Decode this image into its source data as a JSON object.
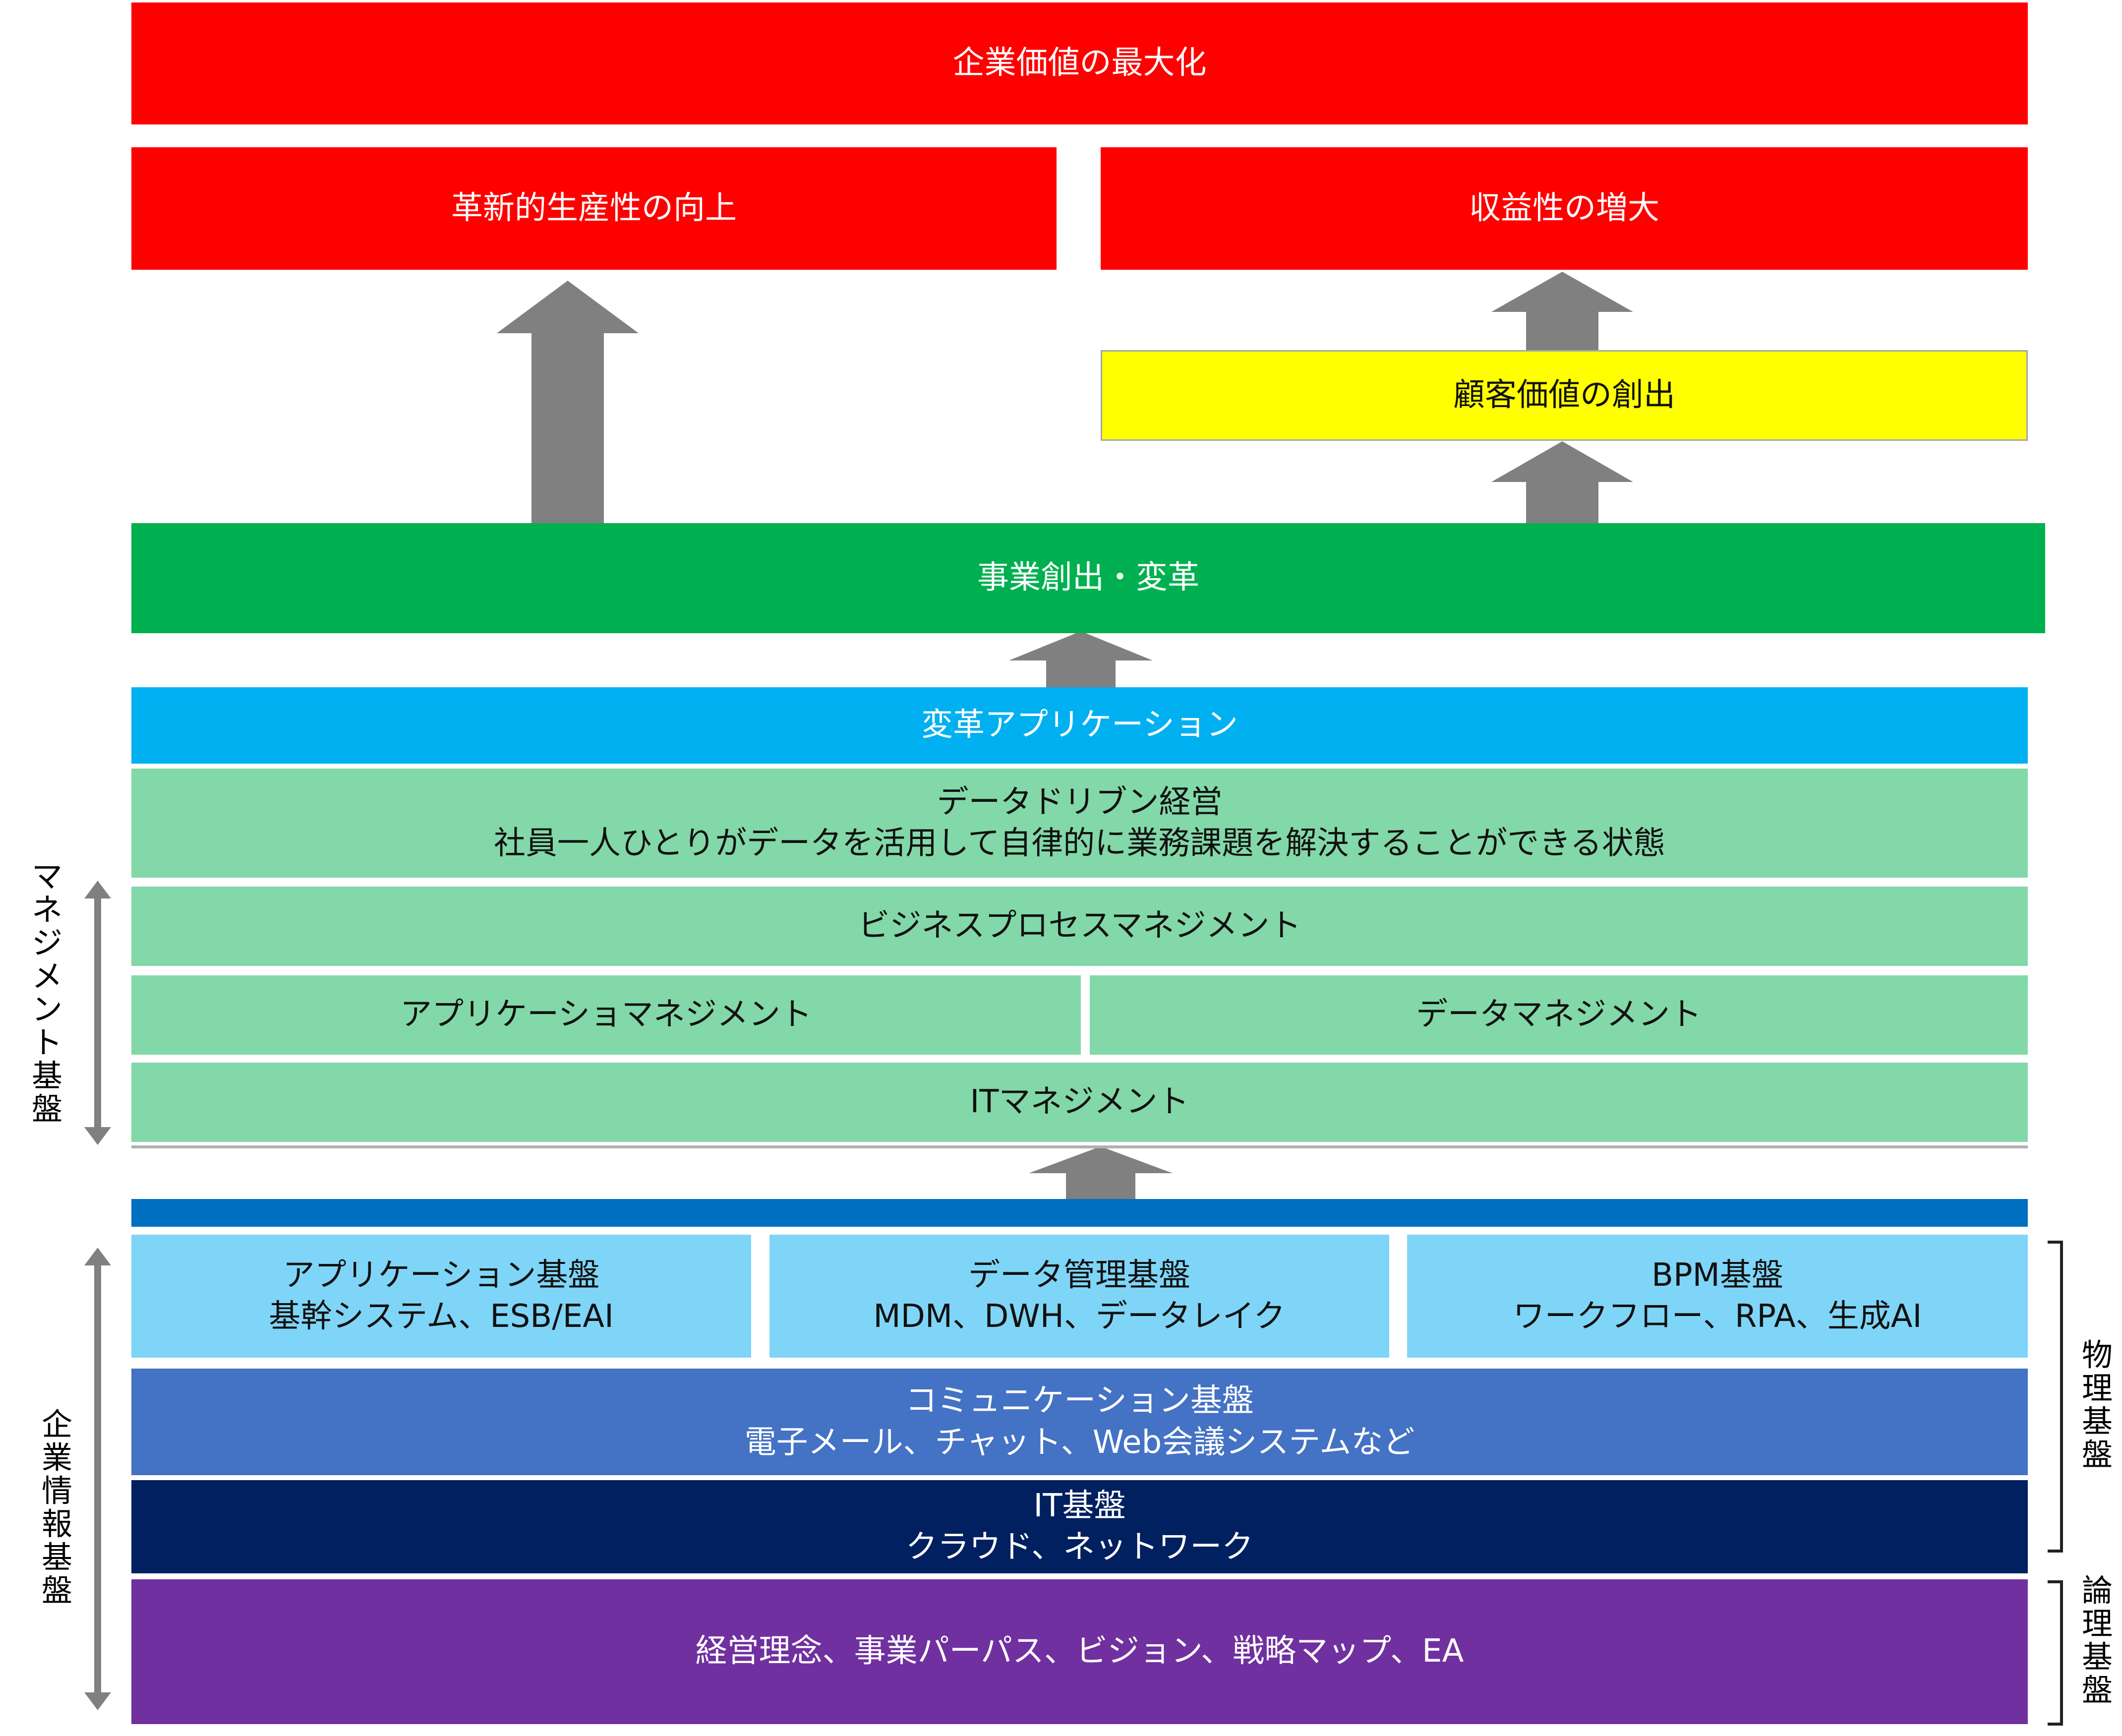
{
  "top": {
    "enterprise_value": "企業価値の最大化",
    "productivity": "革新的生産性の向上",
    "profitability": "収益性の増大",
    "customer_value": "顧客価値の創出",
    "business_creation": "事業創出・変革"
  },
  "management": {
    "transform_apps": "変革アプリケーション",
    "data_driven_title": "データドリブン経営",
    "data_driven_desc": "社員一人ひとりがデータを活用して自律的に業務課題を解決することができる状態",
    "bpm": "ビジネスプロセスマネジメント",
    "app_mgmt": "アプリケーショマネジメント",
    "data_mgmt": "データマネジメント",
    "it_mgmt": "ITマネジメント"
  },
  "infrastructure": {
    "app_base_title": "アプリケーション基盤",
    "app_base_desc": "基幹システム、ESB/EAI",
    "data_base_title": "データ管理基盤",
    "data_base_desc": "MDM、DWH、データレイク",
    "bpm_base_title": "BPM基盤",
    "bpm_base_desc": "ワークフロー、RPA、生成AI",
    "comm_base_title": "コミュニケーション基盤",
    "comm_base_desc": "電子メール、チャット、Web会議システムなど",
    "it_base_title": "IT基盤",
    "it_base_desc": "クラウド、ネットワーク",
    "philosophy": "経営理念、事業パーパス、ビジョン、戦略マップ、EA"
  },
  "side_labels": {
    "management_base": "マネジメント基盤",
    "enterprise_info_base": "企業情報基盤",
    "physical_base": "物理基盤",
    "logical_base": "論理基盤"
  },
  "colors": {
    "red": "#ff0000",
    "yellow": "#ffff00",
    "green": "#00b050",
    "sky": "#00b0f0",
    "mint": "#82d8a8",
    "blue_bar": "#0070c0",
    "light_blue": "#7fd5f7",
    "mid_blue": "#4472c4",
    "navy": "#002060",
    "purple": "#7030a0",
    "arrow_gray": "#808080"
  }
}
